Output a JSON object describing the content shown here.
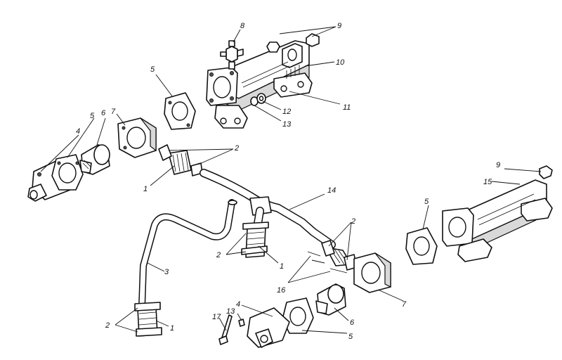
{
  "callouts": {
    "c1a": "1",
    "c1b": "1",
    "c1c": "1",
    "c2a": "2",
    "c2b": "2",
    "c2c": "2",
    "c2d": "2",
    "c3": "3",
    "c4a": "4",
    "c4b": "4",
    "c5a": "5",
    "c5b": "5",
    "c5c": "5",
    "c5d": "5",
    "c6a": "6",
    "c6b": "6",
    "c7a": "7",
    "c7b": "7",
    "c8": "8",
    "c9a": "9",
    "c9b": "9",
    "c10": "10",
    "c11": "11",
    "c12": "12",
    "c13a": "13",
    "c13b": "13",
    "c14": "14",
    "c15": "15",
    "c16": "16",
    "c17": "17"
  }
}
